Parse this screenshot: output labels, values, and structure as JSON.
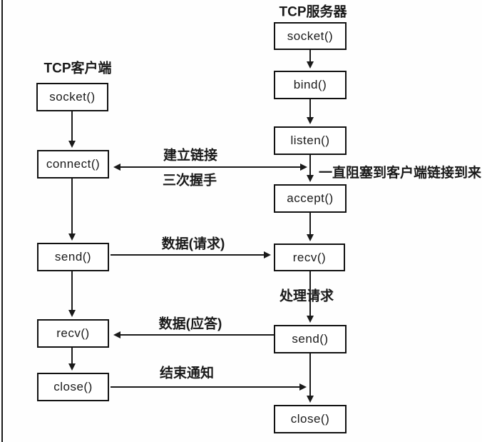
{
  "diagram": {
    "client": {
      "title": "TCP客户端",
      "boxes": {
        "socket": "socket()",
        "connect": "connect()",
        "send": "send()",
        "recv": "recv()",
        "close": "close()"
      }
    },
    "server": {
      "title": "TCP服务器",
      "boxes": {
        "socket": "socket()",
        "bind": "bind()",
        "listen": "listen()",
        "accept": "accept()",
        "recv": "recv()",
        "send": "send()",
        "close": "close()"
      }
    },
    "labels": {
      "establish": "建立链接",
      "handshake": "三次握手",
      "block_note": "一直阻塞到客户端链接到来",
      "data_request": "数据(请求)",
      "process_request": "处理请求",
      "data_reply": "数据(应答)",
      "end_notice": "结束通知"
    },
    "colors": {
      "stroke": "#1a1a1a",
      "background": "#fefefe",
      "box_fill": "#ffffff"
    }
  }
}
